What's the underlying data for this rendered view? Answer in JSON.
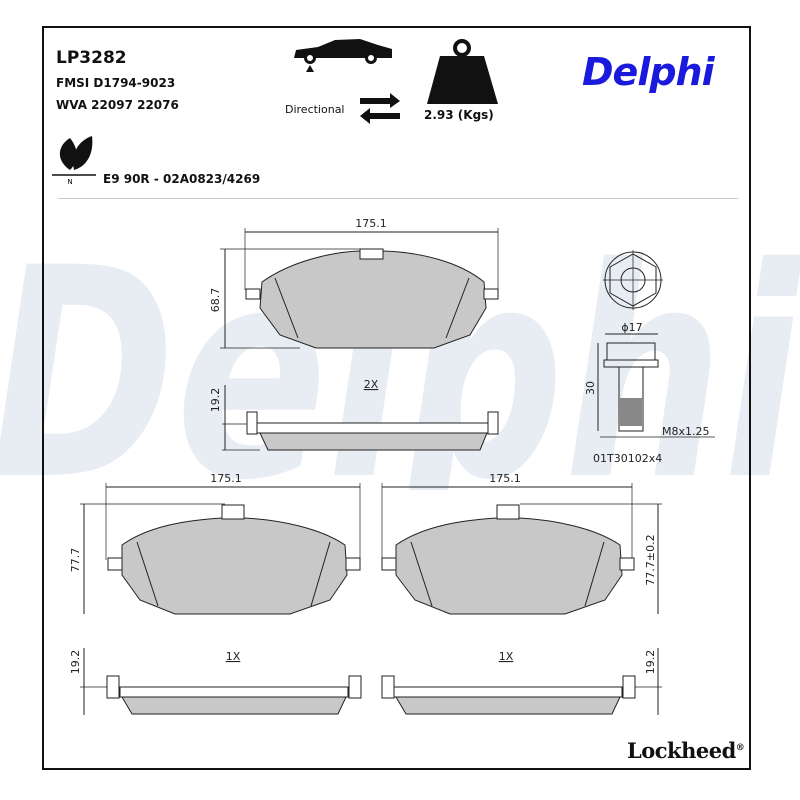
{
  "header": {
    "part_number": "LP3282",
    "fmsi": "FMSI D1794-9023",
    "wva": "WVA 22097 22076",
    "ece_approval": "E9 90R - 02A0823/4269",
    "eco_icon": "leaf-icon",
    "eco_label": "N",
    "axle_icon": "car-front-axle-icon",
    "direction_label": "Directional",
    "direction_icon": "swap-arrows-icon",
    "weight_icon": "weight-icon",
    "weight": "2.93 (Kgs)",
    "brand": "Delphi",
    "brand_color": "#1a1adc"
  },
  "watermark": {
    "text": "Delphi",
    "color": "#e8edf4"
  },
  "drawings": {
    "top_pad": {
      "width": "175.1",
      "height": "68.7",
      "thickness": "19.2",
      "quantity": "2X"
    },
    "bottom_left_pad": {
      "width": "175.1",
      "height": "77.7",
      "thickness": "19.2",
      "quantity": "1X"
    },
    "bottom_right_pad": {
      "width": "175.1",
      "height": "77.7±0.2",
      "thickness": "19.2",
      "quantity": "1X"
    },
    "bolt": {
      "diameter": "ϕ17",
      "length": "30",
      "thread": "M8x1.25",
      "code": "01T30102x4"
    }
  },
  "footer": {
    "brand": "Lockheed",
    "reg": "®"
  },
  "colors": {
    "pad_fill": "#c8c8c8",
    "line": "#222222"
  }
}
